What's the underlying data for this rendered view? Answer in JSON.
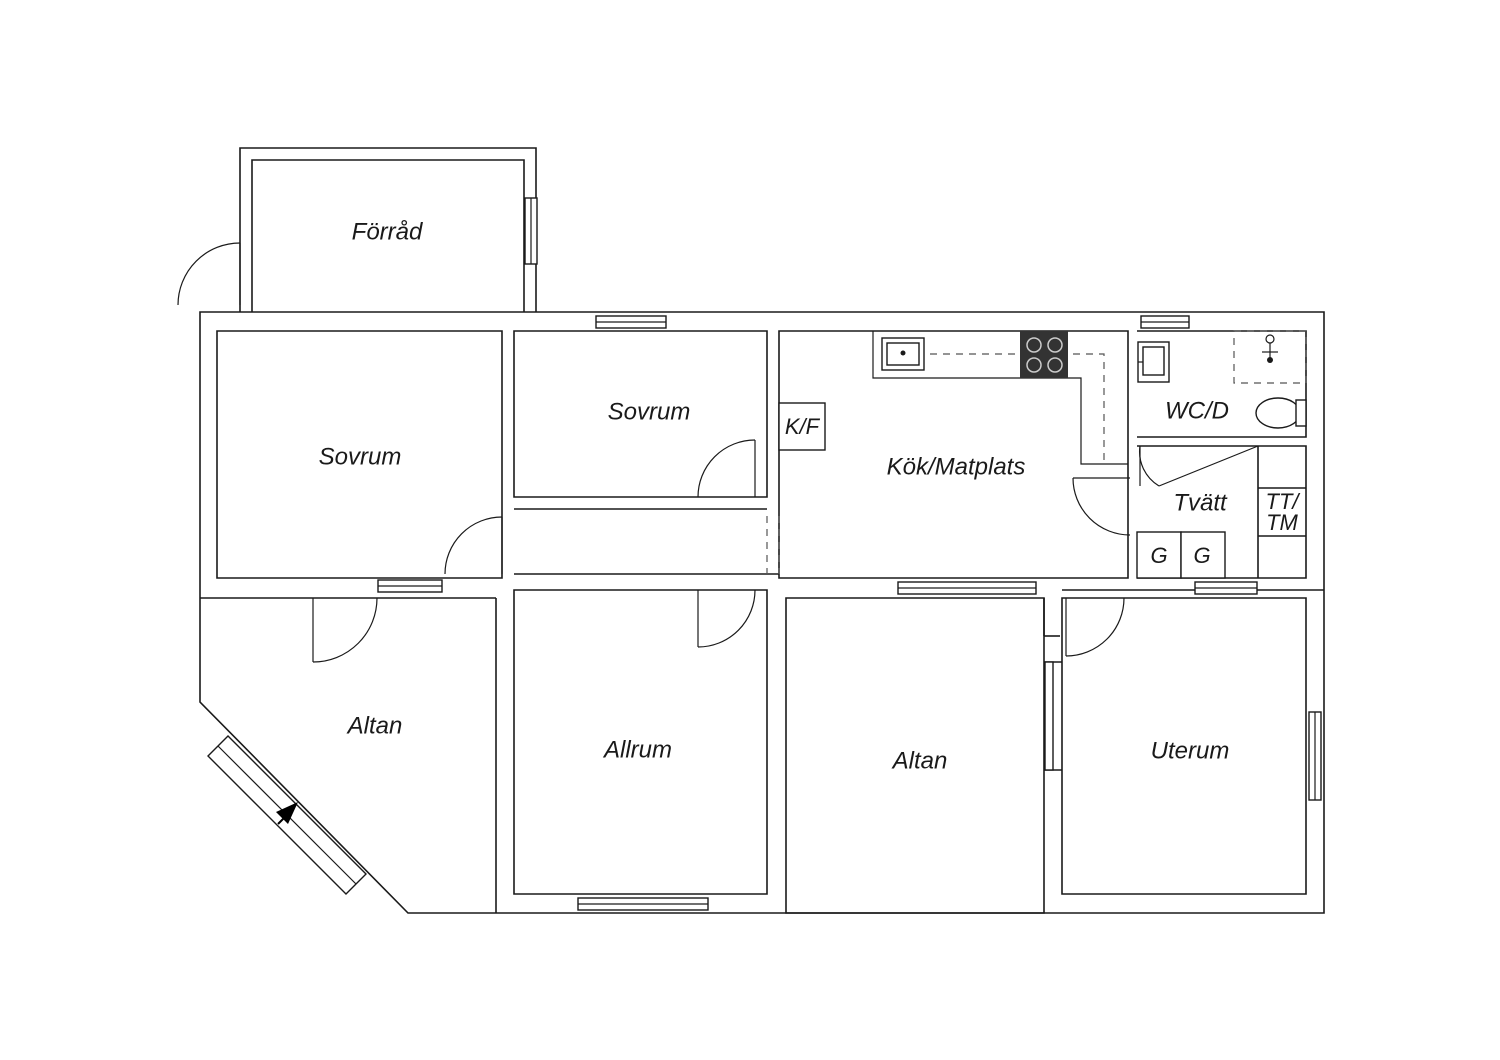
{
  "rooms": {
    "forrad": "Förråd",
    "sovrum_left": "Sovrum",
    "sovrum_mid": "Sovrum",
    "kok": "Kök/Matplats",
    "kf": "K/F",
    "wc": "WC/D",
    "tvatt": "Tvätt",
    "tt_line1": "TT/",
    "tt_line2": "TM",
    "g1": "G",
    "g2": "G",
    "altan_left": "Altan",
    "allrum": "Allrum",
    "altan_mid": "Altan",
    "uterum": "Uterum"
  },
  "icons": [
    "sink-icon",
    "stove-icon",
    "toilet-icon",
    "shower-icon",
    "entrance-arrow-icon"
  ],
  "colors": {
    "wall": "#1a1a1a",
    "stove": "#333333",
    "background": "#ffffff"
  }
}
